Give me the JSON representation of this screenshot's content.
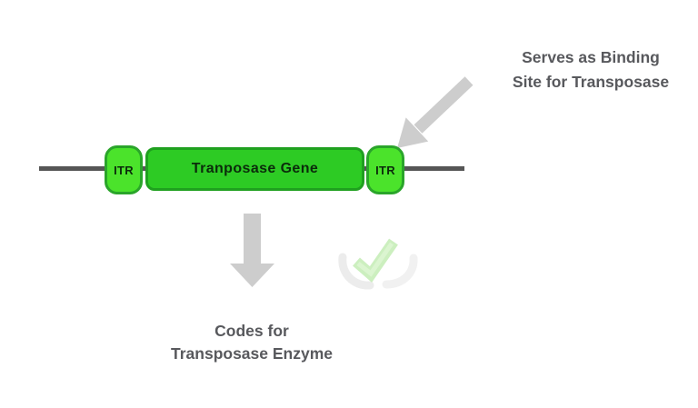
{
  "figure": {
    "construct": {
      "left_itr": {
        "label": "ITR"
      },
      "gene": {
        "label": "Tranposase Gene"
      },
      "right_itr": {
        "label": "ITR"
      }
    },
    "annotations": {
      "binding_site": {
        "line1": "Serves as Binding",
        "line2": "Site for Transposase"
      },
      "codes_for": {
        "line1": "Codes for",
        "line2": "Transposase Enzyme"
      }
    },
    "icons": {
      "diagonal_arrow": "diagonal-arrow-pointing-to-right-itr",
      "down_arrow": "down-arrow-from-gene",
      "watermark": "green-checkmark-swoosh-watermark"
    },
    "colors": {
      "background": "#ffffff",
      "backbone_line": "#565656",
      "itr_fill": "#4be32b",
      "itr_border": "#2aa52a",
      "gene_fill": "#2dcb24",
      "gene_border": "#1fa01f",
      "box_text": "#0b2b0b",
      "arrow_gray": "#cdcdcd",
      "annotation_text": "#58595d",
      "watermark_green": "#c3ecb4",
      "watermark_gray": "#e6e6e6"
    }
  }
}
